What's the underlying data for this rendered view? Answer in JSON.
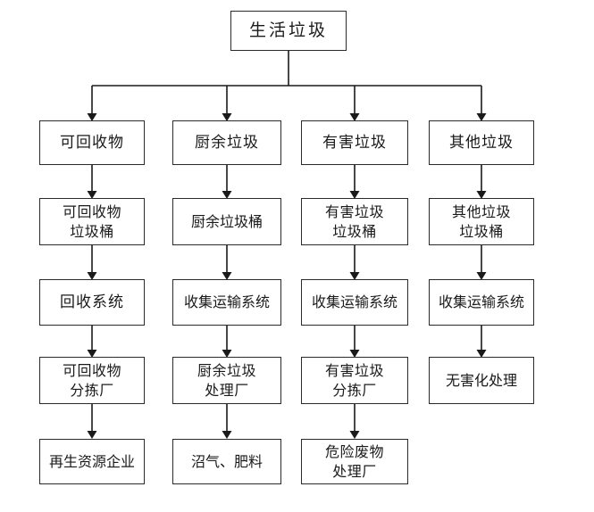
{
  "diagram": {
    "title_node": {
      "id": "root",
      "label": "生活垃圾"
    },
    "columns": [
      {
        "id": "recyclable",
        "steps": [
          {
            "id": "recyclable-category",
            "label": "可回收物"
          },
          {
            "id": "recyclable-bin",
            "label": "可回收物\n垃圾桶"
          },
          {
            "id": "recyclable-system",
            "label": "回收系统"
          },
          {
            "id": "recyclable-sorting-plant",
            "label": "可回收物\n分拣厂"
          },
          {
            "id": "recyclable-resource-enterprise",
            "label": "再生资源企业"
          }
        ]
      },
      {
        "id": "kitchen",
        "steps": [
          {
            "id": "kitchen-category",
            "label": "厨余垃圾"
          },
          {
            "id": "kitchen-bin",
            "label": "厨余垃圾桶"
          },
          {
            "id": "kitchen-collect-transport-system",
            "label": "收集运输系统"
          },
          {
            "id": "kitchen-treatment-plant",
            "label": "厨余垃圾\n处理厂"
          },
          {
            "id": "kitchen-biogas-fertilizer",
            "label": "沼气、肥料"
          }
        ]
      },
      {
        "id": "hazardous",
        "steps": [
          {
            "id": "hazardous-category",
            "label": "有害垃圾"
          },
          {
            "id": "hazardous-bin",
            "label": "有害垃圾\n垃圾桶"
          },
          {
            "id": "hazardous-collect-transport-system",
            "label": "收集运输系统"
          },
          {
            "id": "hazardous-sorting-plant",
            "label": "有害垃圾\n分拣厂"
          },
          {
            "id": "hazardous-waste-treatment-plant",
            "label": "危险废物\n处理厂"
          }
        ]
      },
      {
        "id": "other",
        "steps": [
          {
            "id": "other-category",
            "label": "其他垃圾"
          },
          {
            "id": "other-bin",
            "label": "其他垃圾\n垃圾桶"
          },
          {
            "id": "other-collect-transport-system",
            "label": "收集运输系统"
          },
          {
            "id": "other-harmless-treatment",
            "label": "无害化处理"
          }
        ]
      }
    ],
    "style": {
      "line_color": "#1a1a1a",
      "box_border_color": "#2a2a2a",
      "box_fill_color": "#ffffff",
      "text_color": "#1a1a1a",
      "background_color": "#ffffff"
    }
  }
}
